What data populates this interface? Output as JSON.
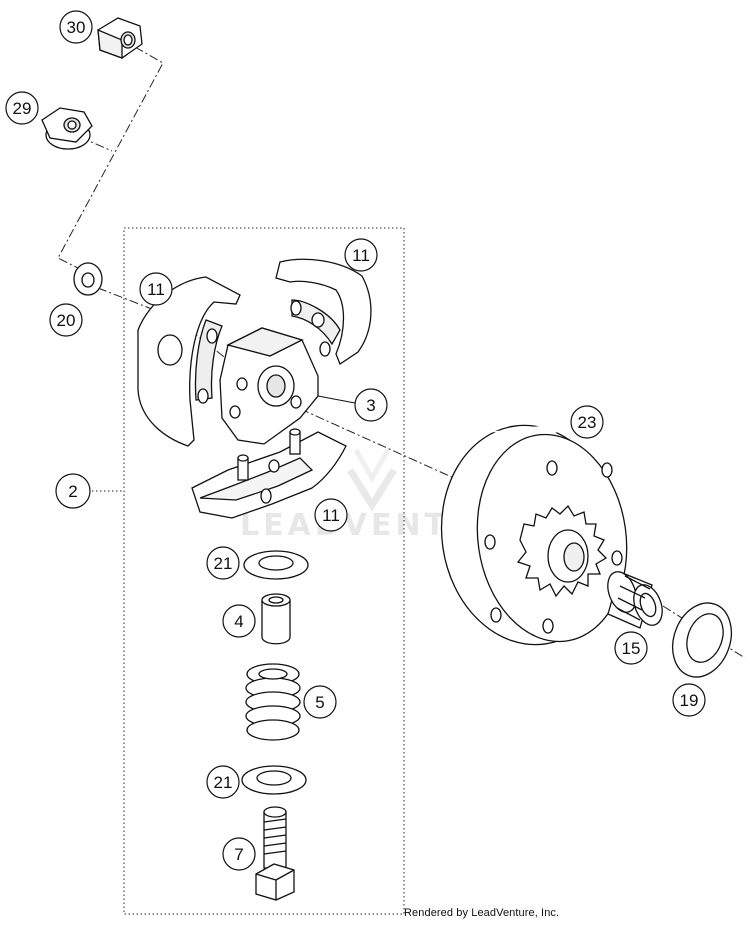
{
  "diagram": {
    "watermark": "LEADVENTURE",
    "callouts": [
      {
        "id": "30",
        "text": "30"
      },
      {
        "id": "29",
        "text": "29"
      },
      {
        "id": "20",
        "text": "20"
      },
      {
        "id": "11a",
        "text": "11"
      },
      {
        "id": "11b",
        "text": "11"
      },
      {
        "id": "3",
        "text": "3"
      },
      {
        "id": "2",
        "text": "2"
      },
      {
        "id": "11c",
        "text": "11"
      },
      {
        "id": "23",
        "text": "23"
      },
      {
        "id": "21a",
        "text": "21"
      },
      {
        "id": "4",
        "text": "4"
      },
      {
        "id": "5",
        "text": "5"
      },
      {
        "id": "15",
        "text": "15"
      },
      {
        "id": "19",
        "text": "19"
      },
      {
        "id": "21b",
        "text": "21"
      },
      {
        "id": "7",
        "text": "7"
      }
    ]
  },
  "footer": {
    "credit": "Rendered by LeadVenture, Inc."
  }
}
